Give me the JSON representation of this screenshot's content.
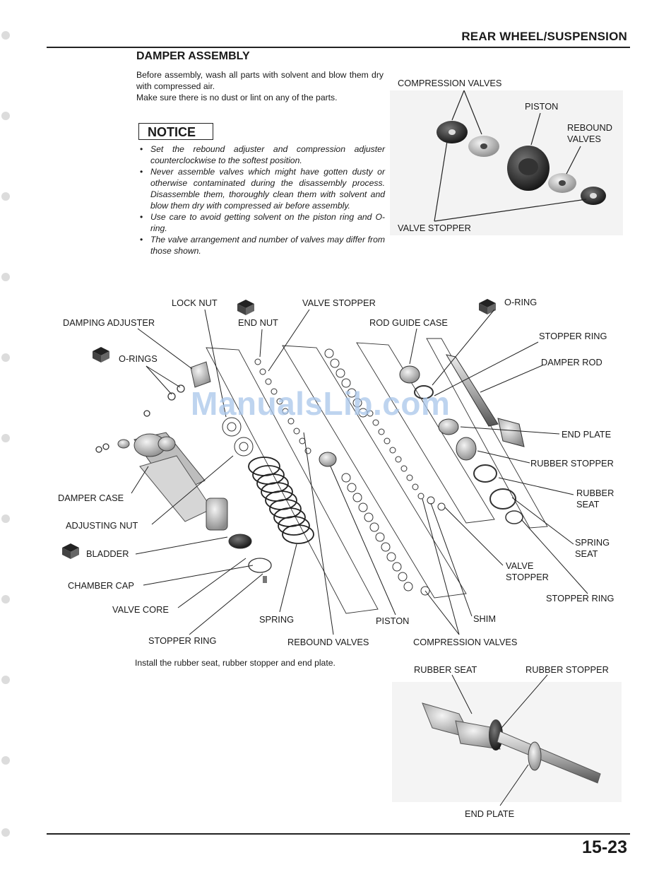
{
  "header": {
    "section": "REAR WHEEL/SUSPENSION",
    "page_number": "15-23"
  },
  "section": {
    "title": "DAMPER ASSEMBLY",
    "intro": [
      "Before assembly, wash all parts with solvent and blow them dry with compressed air.",
      "Make sure there is no dust or lint on any of the parts."
    ],
    "notice_label": "NOTICE",
    "notice_items": [
      "Set the rebound adjuster and compression adjuster counterclockwise to the softest position.",
      "Never assemble valves which might have gotten dusty or otherwise contaminated during the disassembly process. Disassemble them, thoroughly clean them with solvent and blow them dry with compressed air before assembly.",
      "Use care to avoid getting solvent on the piston ring and O-ring.",
      "The valve arrangement and number of valves may differ from those shown."
    ]
  },
  "valve_photo": {
    "compression_valves": "COMPRESSION VALVES",
    "piston": "PISTON",
    "rebound_valves": "REBOUND VALVES",
    "valve_stopper": "VALVE STOPPER"
  },
  "exploded": {
    "lock_nut": "LOCK NUT",
    "valve_stopper_top": "VALVE STOPPER",
    "o_ring": "O-RING",
    "damping_adjuster": "DAMPING ADJUSTER",
    "end_nut": "END NUT",
    "rod_guide_case": "ROD GUIDE CASE",
    "stopper_ring_top": "STOPPER RING",
    "damper_rod": "DAMPER ROD",
    "o_rings": "O-RINGS",
    "end_plate": "END PLATE",
    "rubber_stopper": "RUBBER STOPPER",
    "damper_case": "DAMPER CASE",
    "rubber_seat": "RUBBER SEAT",
    "adjusting_nut": "ADJUSTING NUT",
    "spring_seat": "SPRING SEAT",
    "bladder": "BLADDER",
    "valve_stopper_right": "VALVE STOPPER",
    "chamber_cap": "CHAMBER CAP",
    "stopper_ring_right": "STOPPER RING",
    "valve_core": "VALVE CORE",
    "spring": "SPRING",
    "piston": "PISTON",
    "shim": "SHIM",
    "stopper_ring_bottom": "STOPPER RING",
    "rebound_valves": "REBOUND VALVES",
    "compression_valves": "COMPRESSION VALVES"
  },
  "install": {
    "text": "Install the rubber seat, rubber stopper and end plate.",
    "rubber_seat": "RUBBER SEAT",
    "rubber_stopper": "RUBBER STOPPER",
    "end_plate": "END PLATE"
  },
  "watermark": "ManualsLib.com"
}
